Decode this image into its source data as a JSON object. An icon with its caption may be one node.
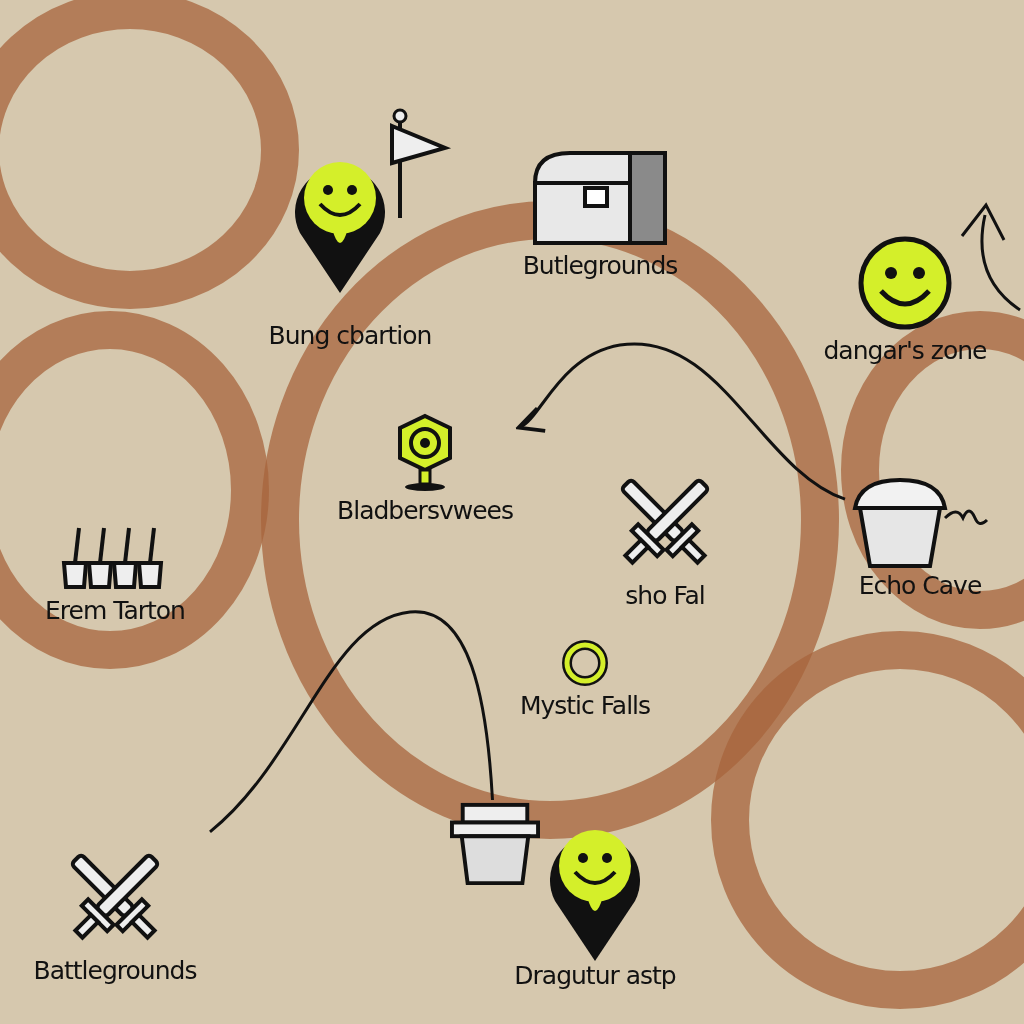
{
  "diagram": {
    "nodes": [
      {
        "text": [
          "Bung cbartion"
        ]
      },
      {
        "text": [
          "Butlegrounds"
        ]
      },
      {
        "text": [
          "dangar's zone"
        ]
      },
      {
        "text": [
          "Bladbersvwees"
        ]
      },
      {
        "text": [
          "Echo Cave"
        ]
      },
      {
        "text": [
          "Erem Tarton"
        ]
      },
      {
        "text": [
          "sho Fal"
        ]
      },
      {
        "text": [
          "Mystic Falls"
        ]
      },
      {
        "text": [],
        "shape": "picture"
      },
      {
        "text": [
          "Dragutur astp"
        ]
      },
      {
        "text": [
          "Battlegrounds"
        ]
      }
    ],
    "edges": [
      {
        "from": 4,
        "to": 3,
        "arrow": "to"
      },
      {
        "from": 10,
        "to": 8,
        "arrow": "none"
      }
    ]
  }
}
